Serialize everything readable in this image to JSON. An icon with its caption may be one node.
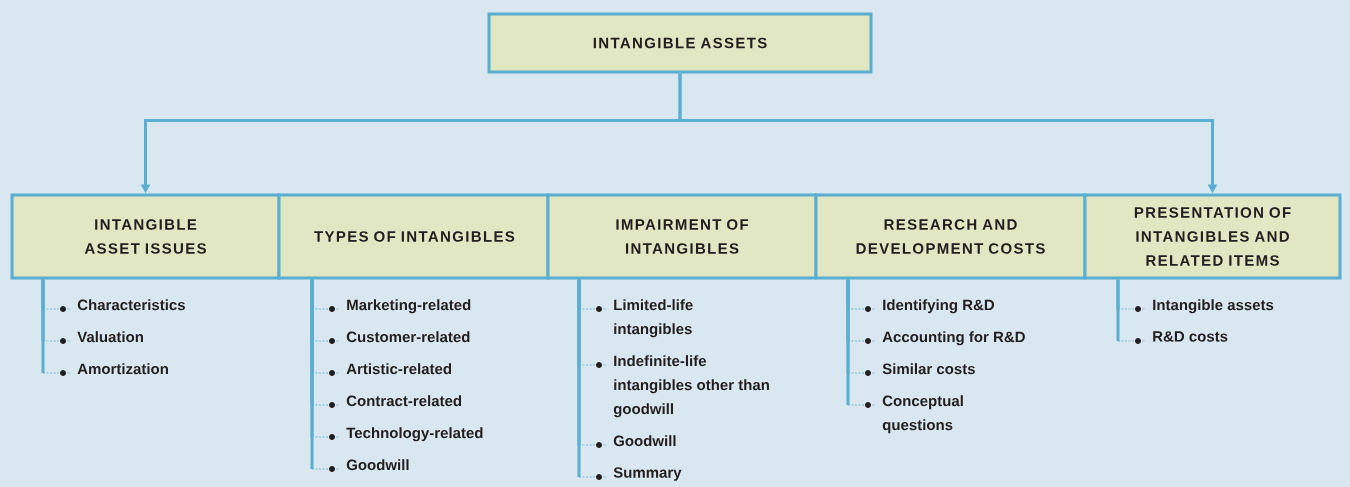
{
  "diagram": {
    "nodes": [
      {
        "text": [
          "INTANGIBLE ASSETS"
        ]
      },
      {
        "text": [
          "INTANGIBLE ASSET ISSUES"
        ]
      },
      {
        "text": [
          "TYPES OF INTANGIBLES"
        ]
      },
      {
        "text": [
          "IMPAIRMENT OF INTANGIBLES"
        ]
      },
      {
        "text": [
          "RESEARCH AND DEVELOPMENT COSTS"
        ]
      },
      {
        "text": [
          "PRESENTATION OF INTANGIBLES AND RELATED ITEMS"
        ]
      },
      {
        "text": [
          "Characteristics"
        ]
      },
      {
        "text": [
          "Valuation"
        ]
      },
      {
        "text": [
          "Amortization"
        ]
      },
      {
        "text": [
          "Marketing-related"
        ]
      },
      {
        "text": [
          "Customer-related"
        ]
      },
      {
        "text": [
          "Artistic-related"
        ]
      },
      {
        "text": [
          "Contract-related"
        ]
      },
      {
        "text": [
          "Technology-related"
        ]
      },
      {
        "text": [
          "Goodwill"
        ]
      },
      {
        "text": [
          "Limited-life intangibles"
        ]
      },
      {
        "text": [
          "Indefinite-life intangibles other than goodwill"
        ]
      },
      {
        "text": [
          "Goodwill"
        ]
      },
      {
        "text": [
          "Summary"
        ]
      },
      {
        "text": [
          "Identifying R&D"
        ]
      },
      {
        "text": [
          "Accounting for R&D"
        ]
      },
      {
        "text": [
          "Similar costs"
        ]
      },
      {
        "text": [
          "Conceptual questions"
        ]
      },
      {
        "text": [
          "Intangible assets"
        ]
      },
      {
        "text": [
          "R&D costs"
        ]
      }
    ],
    "edges": [
      {
        "from": 0,
        "to": 1,
        "arrow": "to"
      },
      {
        "from": 0,
        "to": 5,
        "arrow": "to"
      },
      {
        "from": 1,
        "to": 6,
        "arrow": "none"
      },
      {
        "from": 1,
        "to": 7,
        "arrow": "none"
      },
      {
        "from": 1,
        "to": 8,
        "arrow": "none"
      },
      {
        "from": 2,
        "to": 9,
        "arrow": "none"
      },
      {
        "from": 2,
        "to": 10,
        "arrow": "none"
      },
      {
        "from": 2,
        "to": 11,
        "arrow": "none"
      },
      {
        "from": 2,
        "to": 12,
        "arrow": "none"
      },
      {
        "from": 2,
        "to": 13,
        "arrow": "none"
      },
      {
        "from": 2,
        "to": 14,
        "arrow": "none"
      },
      {
        "from": 3,
        "to": 15,
        "arrow": "none"
      },
      {
        "from": 3,
        "to": 16,
        "arrow": "none"
      },
      {
        "from": 3,
        "to": 17,
        "arrow": "none"
      },
      {
        "from": 3,
        "to": 18,
        "arrow": "none"
      },
      {
        "from": 4,
        "to": 19,
        "arrow": "none"
      },
      {
        "from": 4,
        "to": 20,
        "arrow": "none"
      },
      {
        "from": 4,
        "to": 21,
        "arrow": "none"
      },
      {
        "from": 4,
        "to": 22,
        "arrow": "none"
      },
      {
        "from": 5,
        "to": 23,
        "arrow": "none"
      },
      {
        "from": 5,
        "to": 24,
        "arrow": "none"
      }
    ]
  }
}
